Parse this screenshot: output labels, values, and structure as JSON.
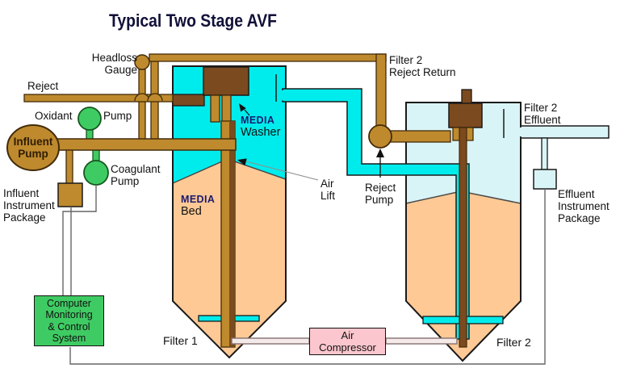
{
  "title": "Typical Two Stage AVF",
  "labels": {
    "headloss_gauge": [
      "Headloss",
      "Gauge"
    ],
    "reject": "Reject",
    "oxidant": "Oxidant",
    "oxidant_pump_word": "Pump",
    "influent_pump": [
      "Influent",
      "Pump"
    ],
    "coagulant_pump": [
      "Coagulant",
      "Pump"
    ],
    "influent_instrument": [
      "Influent",
      "Instrument",
      "Package"
    ],
    "media_washer": [
      "MEDIA",
      "Washer"
    ],
    "media_bed": [
      "MEDIA",
      "Bed"
    ],
    "air_lift": [
      "Air",
      "Lift"
    ],
    "filter2_reject_return": [
      "Filter 2",
      "Reject Return"
    ],
    "reject_pump": [
      "Reject",
      "Pump"
    ],
    "filter2_effluent": [
      "Filter 2",
      "Effluent"
    ],
    "effluent_instrument": [
      "Effluent",
      "Instrument",
      "Package"
    ],
    "computer_system": [
      "Computer",
      "Monitoring",
      "& Control",
      "System"
    ],
    "air_compressor": [
      "Air",
      "Compressor"
    ],
    "filter1": "Filter 1",
    "filter2": "Filter 2"
  },
  "colors": {
    "cyan": "#00ECEC",
    "pale_cyan": "#D9F4F6",
    "tan": "#BE8A2D",
    "dark_brown": "#7B4A1E",
    "media": "#FEC995",
    "green": "#3FCB63",
    "green_edge": "#14591F",
    "pink": "#FBC6CD",
    "navy": "#1A1A70",
    "pipe_edge": "#432B0A",
    "wall": "#1A1A1A",
    "media_edge": "#4A4A4A",
    "wire": "#666666",
    "air_fill": "#F5EAEA",
    "air_edge": "#857070",
    "title_color": "#101038",
    "text": "#111111"
  }
}
